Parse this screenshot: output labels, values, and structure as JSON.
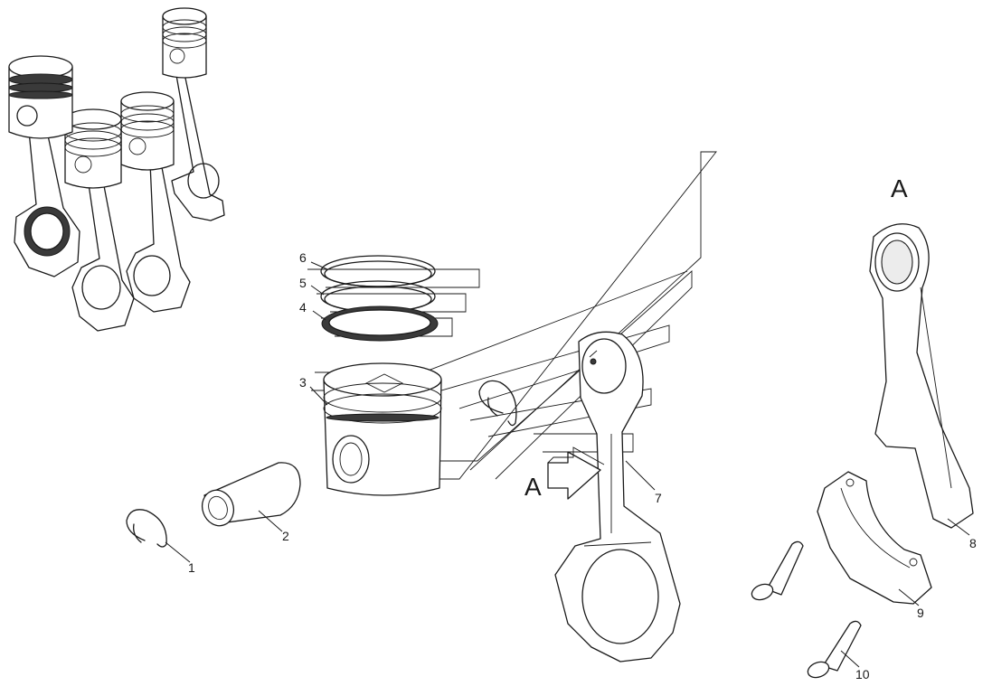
{
  "callouts": {
    "c1": "1",
    "c2": "2",
    "c3": "3",
    "c4": "4",
    "c5": "5",
    "c6": "6",
    "c7": "7",
    "c8": "8",
    "c9": "9",
    "c10": "10"
  },
  "view_label": "A",
  "view_arrow_label": "A",
  "colors": {
    "line": "#1a1a1a",
    "background": "#ffffff"
  }
}
